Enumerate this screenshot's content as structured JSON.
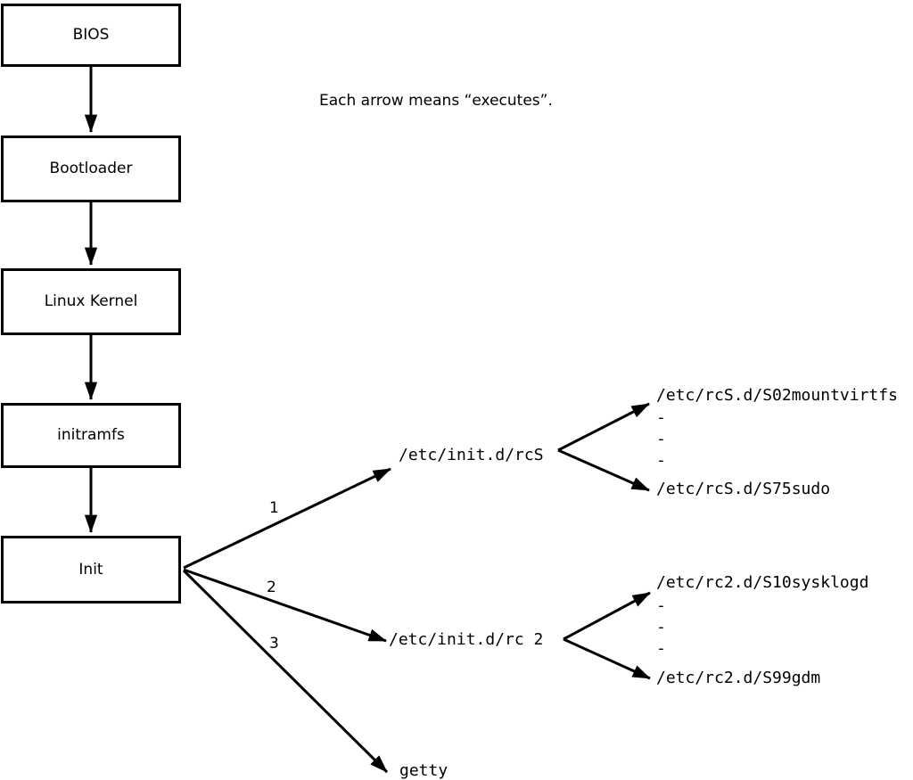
{
  "note": "Each arrow means “executes”.",
  "chain": [
    {
      "label": "BIOS"
    },
    {
      "label": "Bootloader"
    },
    {
      "label": "Linux Kernel"
    },
    {
      "label": "initramfs"
    },
    {
      "label": "Init"
    }
  ],
  "branches": [
    {
      "number": "1",
      "target": "/etc/init.d/rcS"
    },
    {
      "number": "2",
      "target": "/etc/init.d/rc 2"
    },
    {
      "number": "3",
      "target": "getty"
    }
  ],
  "rcS_list": {
    "first": "/etc/rcS.d/S02mountvirtfs",
    "dash": "-",
    "last": "/etc/rcS.d/S75sudo"
  },
  "rc2_list": {
    "first": "/etc/rc2.d/S10sysklogd",
    "dash": "-",
    "last": "/etc/rc2.d/S99gdm"
  },
  "colors": {
    "line": "#000000",
    "background": "#ffffff",
    "text": "#000000"
  }
}
